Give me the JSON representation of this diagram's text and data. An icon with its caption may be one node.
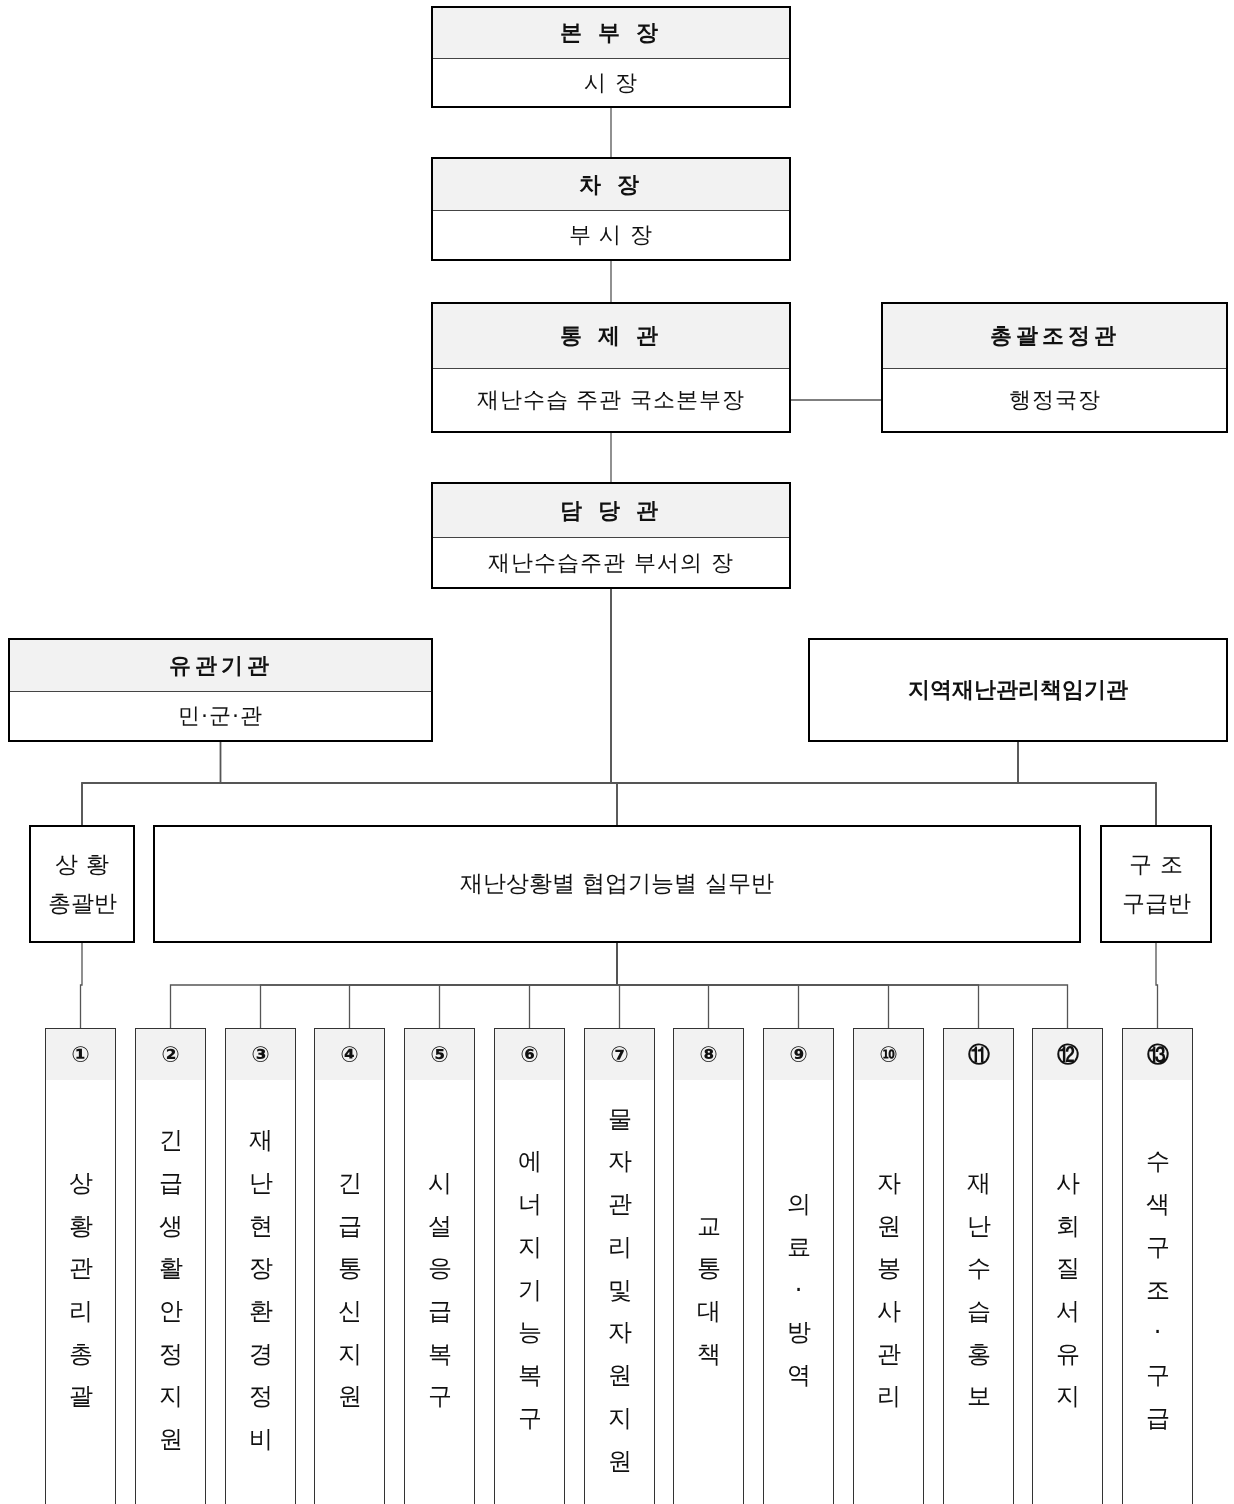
{
  "diagram": {
    "nodes": [
      {
        "text": [
          "본 부 장",
          "시 장"
        ]
      },
      {
        "text": [
          "차 장",
          "부 시 장"
        ]
      },
      {
        "text": [
          "통 제 관",
          "재난수습 주관 국소본부장"
        ]
      },
      {
        "text": [
          "총괄조정관",
          "행정국장"
        ]
      },
      {
        "text": [
          "담 당 관",
          "재난수습주관 부서의 장"
        ]
      },
      {
        "text": [
          "유관기관",
          "민·군·관"
        ]
      },
      {
        "text": [
          "지역재난관리책임기관"
        ]
      },
      {
        "text": [
          "상 황 총괄반"
        ]
      },
      {
        "text": [
          "재난상황별 협업기능별 실무반"
        ]
      },
      {
        "text": [
          "구 조 구급반"
        ]
      },
      {
        "text": [
          "①",
          "상황관리총괄"
        ]
      },
      {
        "text": [
          "②",
          "긴급생활안정지원"
        ]
      },
      {
        "text": [
          "③",
          "재난현장환경정비"
        ]
      },
      {
        "text": [
          "④",
          "긴급통신지원"
        ]
      },
      {
        "text": [
          "⑤",
          "시설응급복구"
        ]
      },
      {
        "text": [
          "⑥",
          "에너지기능복구"
        ]
      },
      {
        "text": [
          "⑦",
          "물자관리및자원지원"
        ]
      },
      {
        "text": [
          "⑧",
          "교통대책"
        ]
      },
      {
        "text": [
          "⑨",
          "의료·방역"
        ]
      },
      {
        "text": [
          "⑩",
          "자원봉사관리"
        ]
      },
      {
        "text": [
          "⑪",
          "재난수습홍보"
        ]
      },
      {
        "text": [
          "⑫",
          "사회질서유지"
        ]
      },
      {
        "text": [
          "⑬",
          "수색구조·구급"
        ]
      }
    ],
    "edges": [
      {
        "from": 0,
        "to": 1,
        "arrow": "none"
      },
      {
        "from": 1,
        "to": 2,
        "arrow": "none"
      },
      {
        "from": 2,
        "to": 3,
        "arrow": "none"
      },
      {
        "from": 2,
        "to": 4,
        "arrow": "none"
      },
      {
        "from": 4,
        "to": 7,
        "arrow": "none"
      },
      {
        "from": 4,
        "to": 8,
        "arrow": "none"
      },
      {
        "from": 4,
        "to": 9,
        "arrow": "none"
      },
      {
        "from": 5,
        "to": 7,
        "arrow": "none"
      },
      {
        "from": 5,
        "to": 8,
        "arrow": "none"
      },
      {
        "from": 5,
        "to": 9,
        "arrow": "none"
      },
      {
        "from": 6,
        "to": 7,
        "arrow": "none"
      },
      {
        "from": 6,
        "to": 8,
        "arrow": "none"
      },
      {
        "from": 6,
        "to": 9,
        "arrow": "none"
      },
      {
        "from": 7,
        "to": 10,
        "arrow": "none"
      },
      {
        "from": 8,
        "to": 11,
        "arrow": "none"
      },
      {
        "from": 8,
        "to": 12,
        "arrow": "none"
      },
      {
        "from": 8,
        "to": 13,
        "arrow": "none"
      },
      {
        "from": 8,
        "to": 14,
        "arrow": "none"
      },
      {
        "from": 8,
        "to": 15,
        "arrow": "none"
      },
      {
        "from": 8,
        "to": 16,
        "arrow": "none"
      },
      {
        "from": 8,
        "to": 17,
        "arrow": "none"
      },
      {
        "from": 8,
        "to": 18,
        "arrow": "none"
      },
      {
        "from": 8,
        "to": 19,
        "arrow": "none"
      },
      {
        "from": 8,
        "to": 20,
        "arrow": "none"
      },
      {
        "from": 8,
        "to": 21,
        "arrow": "none"
      },
      {
        "from": 9,
        "to": 22,
        "arrow": "none"
      }
    ]
  }
}
